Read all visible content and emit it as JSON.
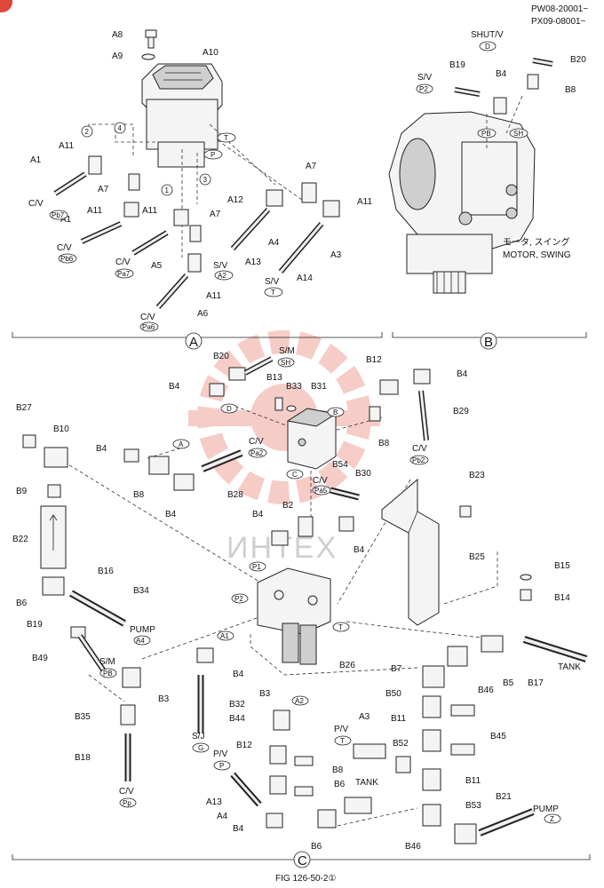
{
  "header": {
    "serial_1": "PW08-20001~",
    "serial_2": "PX09-08001~"
  },
  "footer": {
    "figure_ref": "FIG 126-50-2①"
  },
  "watermark": {
    "text": "ИНТЕХ"
  },
  "colors": {
    "ink": "#111111",
    "watermark": "#e24a3b",
    "badge": "#e0463a"
  },
  "sections": {
    "a": "A",
    "b": "B",
    "c": "C"
  },
  "motor_caption": {
    "jp": "モータ, スイング",
    "en": "MOTOR, SWING"
  },
  "callouts": {
    "A1": "A1",
    "A3": "A3",
    "A4": "A4",
    "A5": "A5",
    "A6": "A6",
    "A7": "A7",
    "A8": "A8",
    "A9": "A9",
    "A10": "A10",
    "A11": "A11",
    "A12": "A12",
    "A13": "A13",
    "A14": "A14",
    "B2": "B2",
    "B3": "B3",
    "B4": "B4",
    "B5": "B5",
    "B6": "B6",
    "B7": "B7",
    "B8": "B8",
    "B9": "B9",
    "B10": "B10",
    "B11": "B11",
    "B12": "B12",
    "B13": "B13",
    "B14": "B14",
    "B15": "B15",
    "B16": "B16",
    "B17": "B17",
    "B18": "B18",
    "B19": "B19",
    "B20": "B20",
    "B21": "B21",
    "B22": "B22",
    "B23": "B23",
    "B25": "B25",
    "B26": "B26",
    "B27": "B27",
    "B28": "B28",
    "B29": "B29",
    "B30": "B30",
    "B31": "B31",
    "B32": "B32",
    "B33": "B33",
    "B34": "B34",
    "B35": "B35",
    "B44": "B44",
    "B45": "B45",
    "B46": "B46",
    "B49": "B49",
    "B50": "B50",
    "B52": "B52",
    "B53": "B53",
    "B54": "B54"
  },
  "line_labels": {
    "cv": "C/V",
    "sv": "S/V",
    "sm": "S/M",
    "sj": "S/J",
    "pv": "P/V",
    "shut_v": "SHUT/V",
    "pump": "PUMP",
    "tank": "TANK"
  },
  "port_tags": {
    "pb7": "Pb7",
    "pb6": "Pb6",
    "pa7": "Pa7",
    "pa6": "Pa6",
    "a2": "A2",
    "t": "T",
    "p": "P",
    "d": "D",
    "p2": "P2",
    "pb": "PB",
    "sh": "SH",
    "b": "B",
    "a": "A",
    "c": "C",
    "pa2": "Pa2",
    "pb2": "Pb2",
    "pa5": "Pa5",
    "p1": "P1",
    "a1": "A1",
    "a4": "A4",
    "g": "G",
    "pp": "Pp",
    "z": "Z"
  },
  "circle_numbers": {
    "n1": "1",
    "n2": "2",
    "n3": "3",
    "n4": "4"
  }
}
